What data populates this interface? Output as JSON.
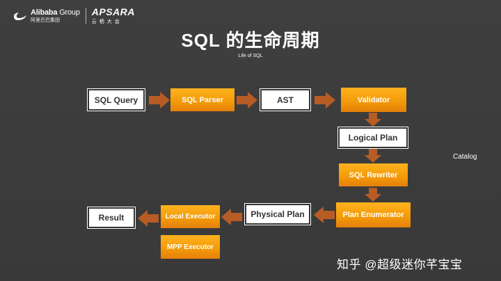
{
  "header": {
    "alibaba_en_bold": "Alibaba",
    "alibaba_en_light": " Group",
    "alibaba_zh": "阿里巴巴集团",
    "apsara_en": "APSARA",
    "apsara_zh": "云栖大会"
  },
  "title": "SQL 的生命周期",
  "subtitle": "Life of SQL",
  "nodes": {
    "sql_query": "SQL Query",
    "sql_parser": "SQL Parser",
    "ast": "AST",
    "validator": "Validator",
    "logical_plan": "Logical Plan",
    "sql_rewriter": "SQL Rewriter",
    "plan_enumerator": "Plan Enumerator",
    "physical_plan": "Physical Plan",
    "local_executor": "Local Executor",
    "mpp_executor": "MPP Executor",
    "result": "Result"
  },
  "catalog": "Catalog",
  "watermark": "知乎 @超级迷你芊宝宝",
  "colors": {
    "background": "#3c3c3c",
    "orange": "#f39c0b",
    "arrow": "#b85c26"
  }
}
